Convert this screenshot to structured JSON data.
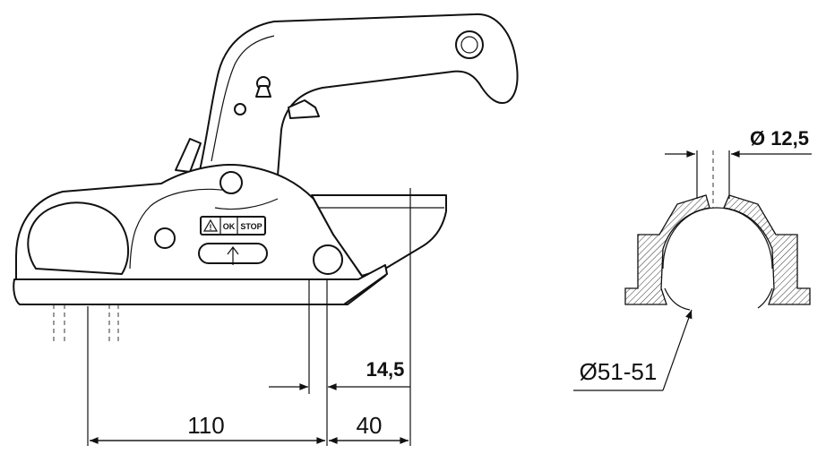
{
  "dimensions": {
    "main_length": "110",
    "front_offset": "40",
    "small_offset": "14,5",
    "hole_diameter": "Ø 12,5",
    "ball_diameter": "Ø51-51"
  },
  "decal": {
    "warning_symbol": "!",
    "ok_label": "OK",
    "stop_label": "STOP"
  },
  "icons": {
    "warning": "warning-triangle-icon",
    "arrow": "arrow-up-icon"
  },
  "colors": {
    "line": "#111111",
    "background": "#ffffff"
  }
}
